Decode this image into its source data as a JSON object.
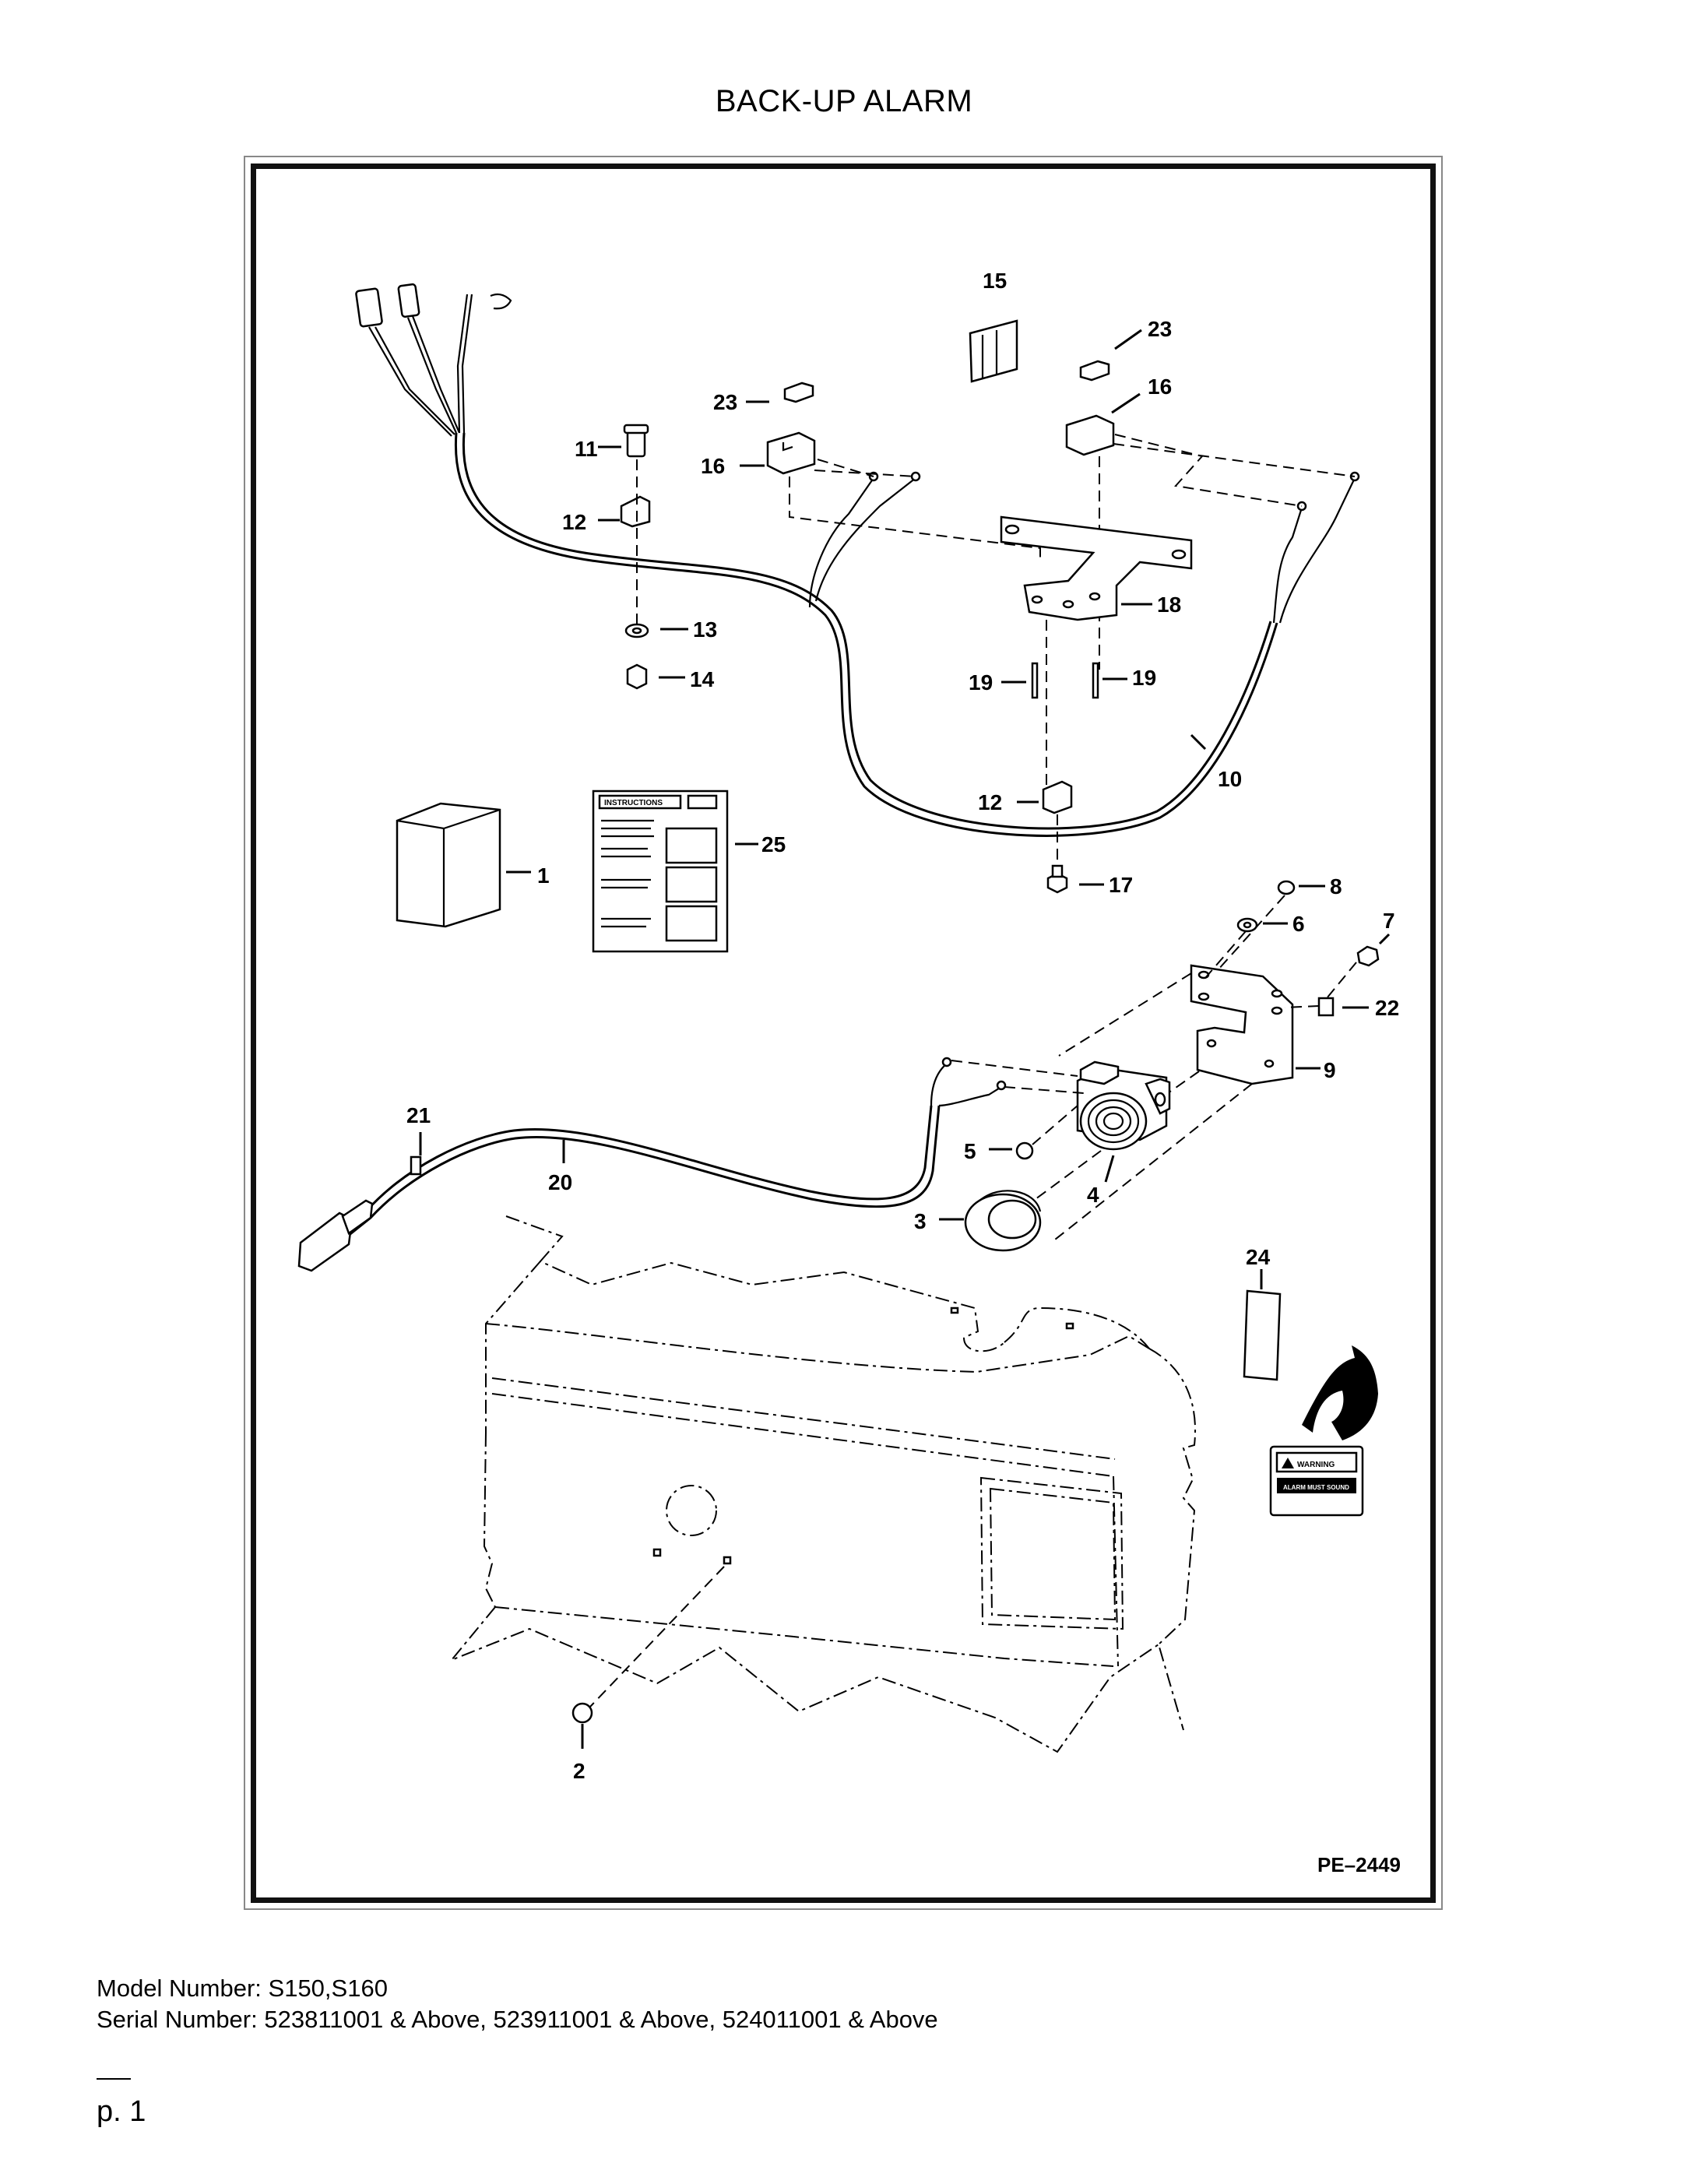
{
  "title": "BACK-UP ALARM",
  "figure_code": "PE–2449",
  "callouts": {
    "c1": "1",
    "c2": "2",
    "c3": "3",
    "c4": "4",
    "c5": "5",
    "c6": "6",
    "c7": "7",
    "c8": "8",
    "c9": "9",
    "c10": "10",
    "c11": "11",
    "c12a": "12",
    "c12b": "12",
    "c13": "13",
    "c14": "14",
    "c15": "15",
    "c16a": "16",
    "c16b": "16",
    "c17": "17",
    "c18": "18",
    "c19a": "19",
    "c19b": "19",
    "c20": "20",
    "c21": "21",
    "c22": "22",
    "c23a": "23",
    "c23b": "23",
    "c24": "24",
    "c25": "25"
  },
  "instruction_sheet_heading": "INSTRUCTIONS",
  "warning_decal": {
    "heading": "WARNING",
    "subtext": "ALARM MUST SOUND"
  },
  "model_number": "Model Number: S150,S160",
  "serial_number": "Serial Number: 523811001 & Above, 523911001 & Above, 524011001 & Above",
  "page_number": "p. 1"
}
